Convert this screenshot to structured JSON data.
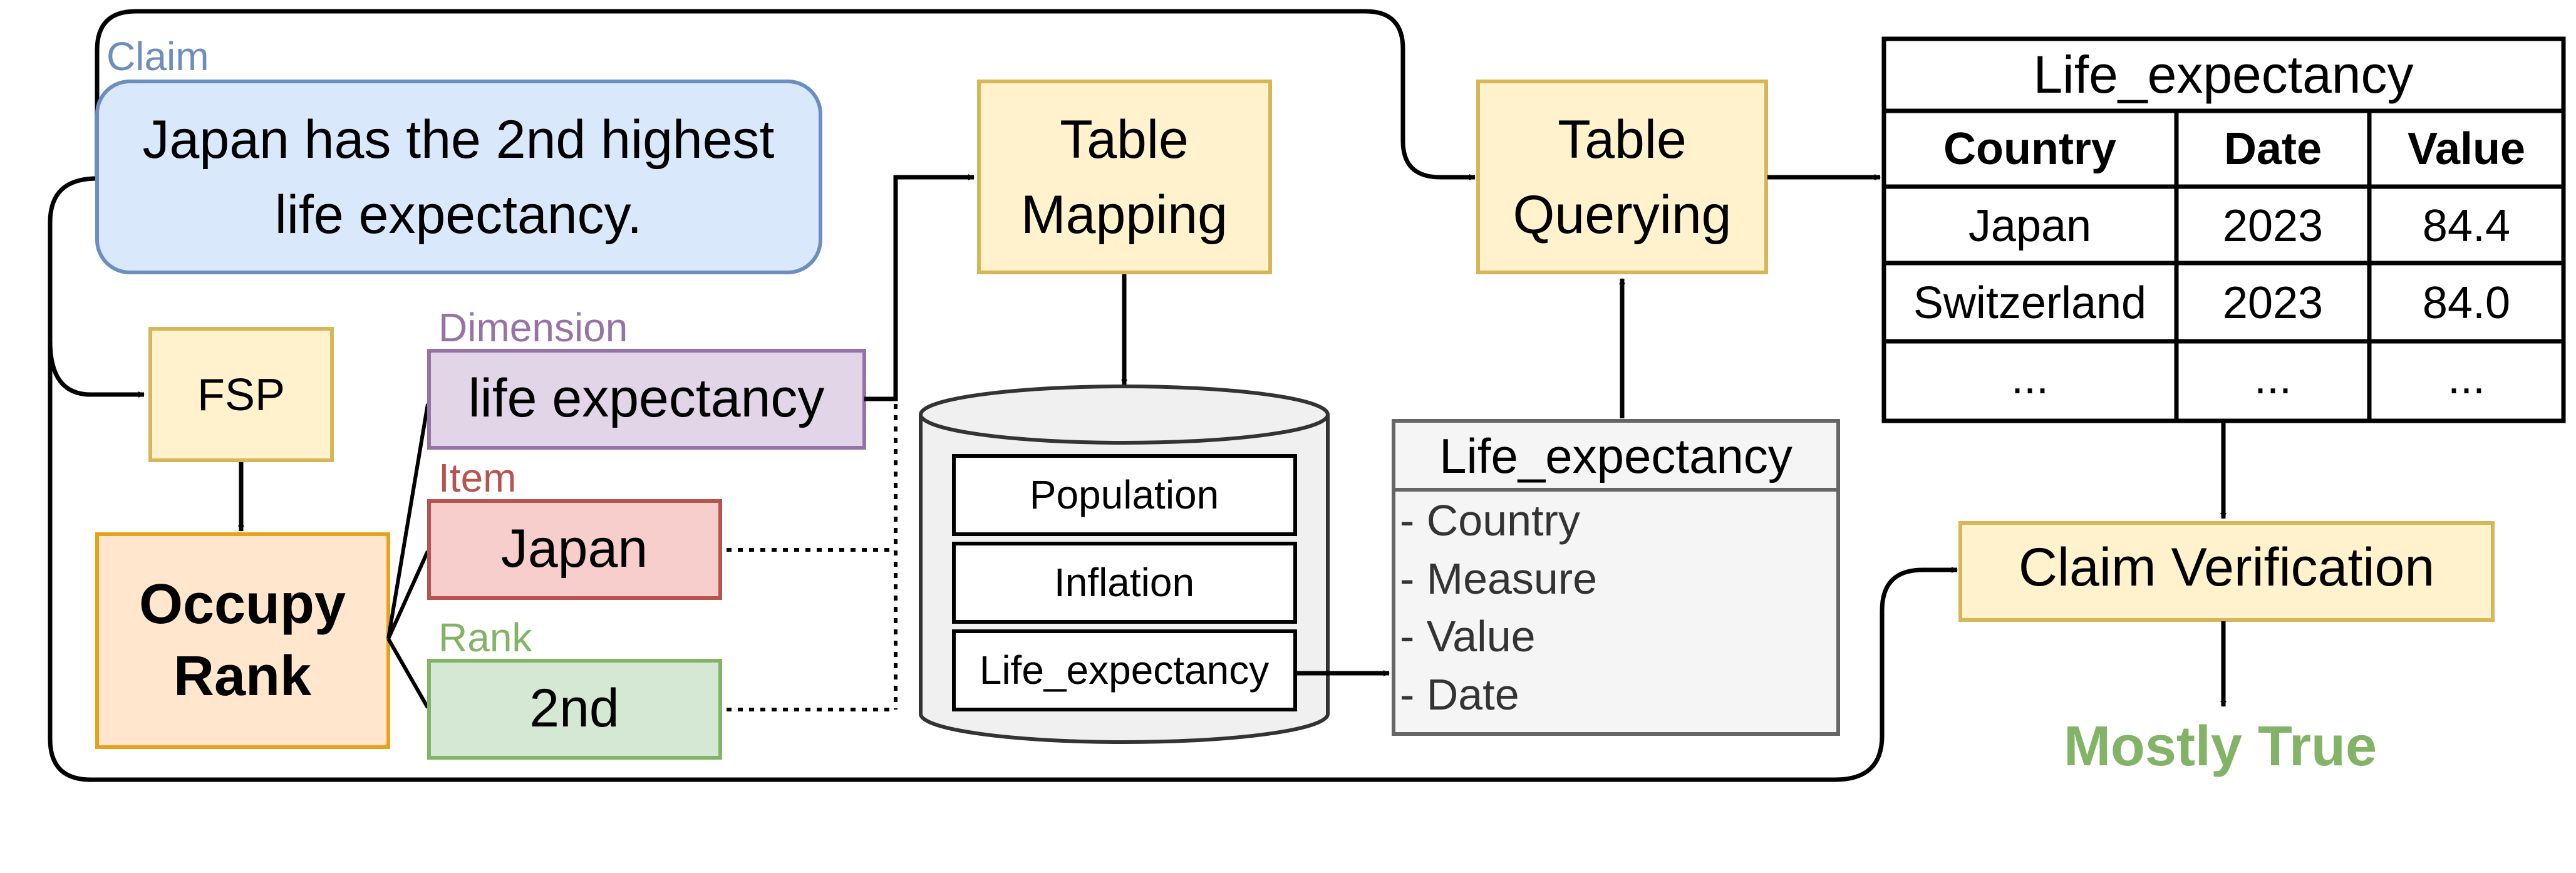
{
  "claim": {
    "label": "Claim",
    "line1": "Japan has the 2nd highest",
    "line2": "life expectancy."
  },
  "fsp": {
    "label": "FSP"
  },
  "occupy_rank": {
    "line1": "Occupy",
    "line2": "Rank"
  },
  "dimension": {
    "label": "Dimension",
    "value": "life expectancy"
  },
  "item": {
    "label": "Item",
    "value": "Japan"
  },
  "rank": {
    "label": "Rank",
    "value": "2nd"
  },
  "table_mapping": {
    "line1": "Table",
    "line2": "Mapping"
  },
  "database": {
    "tables": [
      "Population",
      "Inflation",
      "Life_expectancy"
    ]
  },
  "schema": {
    "title": "Life_expectancy",
    "fields": [
      "- Country",
      "- Measure",
      "- Value",
      "- Date"
    ]
  },
  "table_querying": {
    "line1": "Table",
    "line2": "Querying"
  },
  "result_table": {
    "title": "Life_expectancy",
    "headers": [
      "Country",
      "Date",
      "Value"
    ],
    "rows": [
      [
        "Japan",
        "2023",
        "84.4"
      ],
      [
        "Switzerland",
        "2023",
        "84.0"
      ],
      [
        "...",
        "...",
        "..."
      ]
    ]
  },
  "claim_verification": {
    "label": "Claim Verification"
  },
  "verdict": {
    "label": "Mostly True"
  },
  "colors": {
    "claim_fill": "#dae8fc",
    "claim_stroke": "#6c8ebf",
    "process_fill": "#fff2cc",
    "process_stroke": "#d6b656",
    "occupy_fill": "#ffe6cc",
    "occupy_stroke": "#e6a21a",
    "dimension_fill": "#e1d5e7",
    "dimension_stroke": "#9673a6",
    "item_fill": "#f8cecc",
    "item_stroke": "#b85450",
    "rank_fill": "#d5e8d4",
    "rank_stroke": "#82b366",
    "schema_fill": "#f5f5f5",
    "schema_stroke": "#666666",
    "verdict_text": "#82b366"
  }
}
